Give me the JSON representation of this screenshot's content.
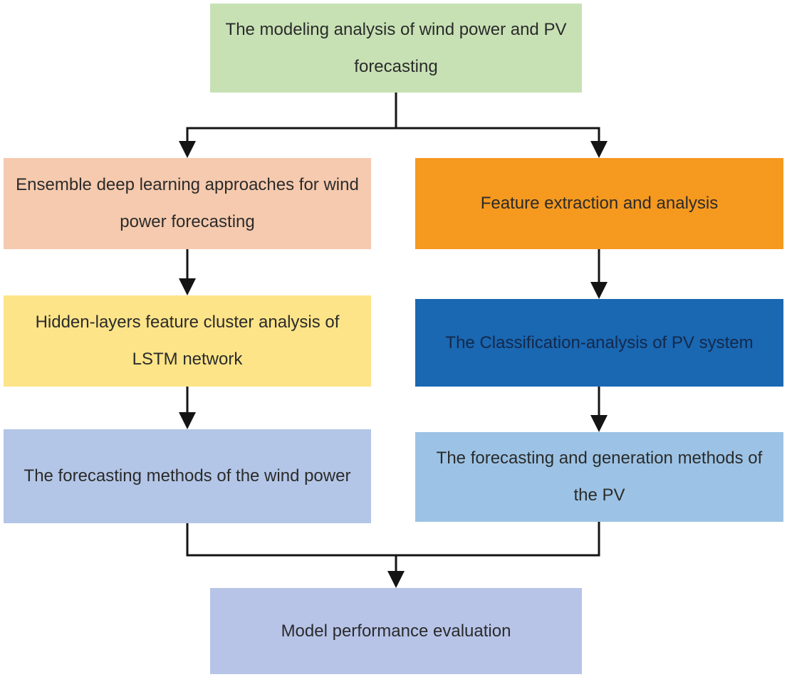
{
  "diagram": {
    "type": "flowchart",
    "connector_color": "#141414",
    "nodes": {
      "root": {
        "label": "The modeling analysis of wind power and PV forecasting",
        "bg": "#c7e1b4",
        "fg": "#2b2b2b"
      },
      "wind1": {
        "label": "Ensemble deep learning approaches for wind power forecasting",
        "bg": "#f6caae",
        "fg": "#2b2b2b"
      },
      "pv1": {
        "label": "Feature extraction and analysis",
        "bg": "#f5991f",
        "fg": "#2b2b2b"
      },
      "wind2": {
        "label": "Hidden-layers feature cluster analysis of LSTM network",
        "bg": "#fde488",
        "fg": "#2b2b2b"
      },
      "pv2": {
        "label": "The Classification-analysis of PV system",
        "bg": "#1a67b2",
        "fg": "#13294b"
      },
      "wind3": {
        "label": "The forecasting methods of the wind power",
        "bg": "#b4c6e7",
        "fg": "#2b2b2b"
      },
      "pv3": {
        "label": "The forecasting and generation methods of the PV",
        "bg": "#9cc3e5",
        "fg": "#2b2b2b"
      },
      "eval": {
        "label": "Model performance evaluation",
        "bg": "#b7c4e8",
        "fg": "#2b2b2b"
      }
    },
    "edges": [
      {
        "from": "root",
        "to": "wind1"
      },
      {
        "from": "root",
        "to": "pv1"
      },
      {
        "from": "wind1",
        "to": "wind2"
      },
      {
        "from": "pv1",
        "to": "pv2"
      },
      {
        "from": "wind2",
        "to": "wind3"
      },
      {
        "from": "pv2",
        "to": "pv3"
      },
      {
        "from": "wind3",
        "to": "eval"
      },
      {
        "from": "pv3",
        "to": "eval"
      }
    ]
  }
}
